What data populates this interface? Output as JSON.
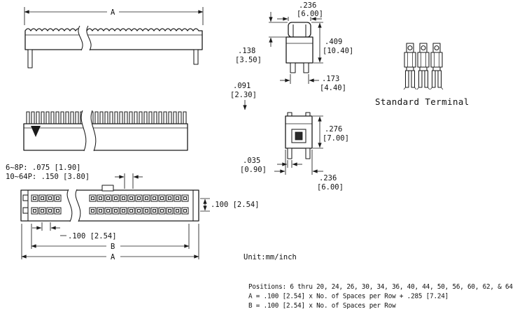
{
  "colors": {
    "ink": "#1a1a1a"
  },
  "labels": {
    "standard_terminal": "Standard Terminal",
    "unit": "Unit:mm/inch"
  },
  "dims": {
    "overall_a_top": "A",
    "cap_width_in": ".236",
    "cap_width_mm": "[6.00]",
    "cap_height_in": ".138",
    "cap_height_mm": "[3.50]",
    "total_height_in": ".409",
    "total_height_mm": "[10.40]",
    "leg_span_in": ".173",
    "leg_span_mm": "[4.40]",
    "rib_pitch_in": ".091",
    "rib_pitch_mm": "[2.30]",
    "body_height_in": ".276",
    "body_height_mm": "[7.00]",
    "leg_width_in": ".035",
    "leg_width_mm": "[0.90]",
    "body_width_in": ".236",
    "body_width_mm": "[6.00]",
    "row_offset_6_8p": "6~8P: .075 [1.90]",
    "row_offset_10_64p": "10~64P: .150 [3.80]",
    "row_spacing": ".100 [2.54]",
    "contact_pitch": ".100 [2.54]",
    "span_b": "B",
    "overall_a_bottom": "A"
  },
  "notes": {
    "positions": "Positions: 6 thru 20, 24, 26, 30, 34, 36, 40, 44, 50, 56, 60, 62, & 64",
    "formula_a": "A = .100 [2.54] x No. of Spaces per Row + .285 [7.24]",
    "formula_b": "B = .100 [2.54] x No. of Spaces per Row"
  }
}
